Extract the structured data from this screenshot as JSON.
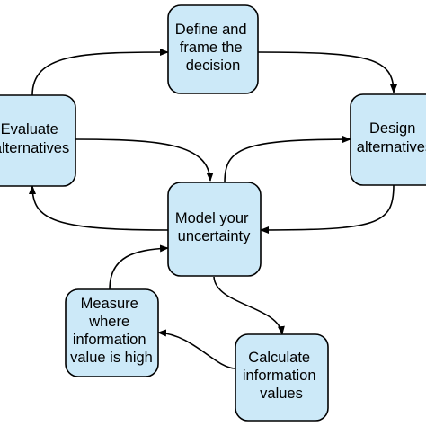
{
  "colors": {
    "node_fill": "#cce9f8",
    "node_stroke": "#000000",
    "edge": "#000000",
    "background": "#ffffff"
  },
  "nodes": {
    "define": {
      "lines": [
        "Define and",
        "frame the",
        "decision"
      ]
    },
    "design": {
      "lines": [
        "Design",
        "alternatives"
      ]
    },
    "evaluate": {
      "lines": [
        "Evaluate",
        "alternatives"
      ]
    },
    "model": {
      "lines": [
        "Model your",
        "uncertainty"
      ]
    },
    "measure": {
      "lines": [
        "Measure",
        "where",
        "information",
        "value is high"
      ]
    },
    "calculate": {
      "lines": [
        "Calculate",
        "information",
        "values"
      ]
    }
  },
  "edges": [
    {
      "from": "evaluate",
      "to": "define"
    },
    {
      "from": "define",
      "to": "design"
    },
    {
      "from": "evaluate",
      "to": "model"
    },
    {
      "from": "model",
      "to": "design"
    },
    {
      "from": "design",
      "to": "model"
    },
    {
      "from": "model",
      "to": "evaluate"
    },
    {
      "from": "model",
      "to": "calculate"
    },
    {
      "from": "calculate",
      "to": "measure"
    },
    {
      "from": "measure",
      "to": "model"
    }
  ]
}
